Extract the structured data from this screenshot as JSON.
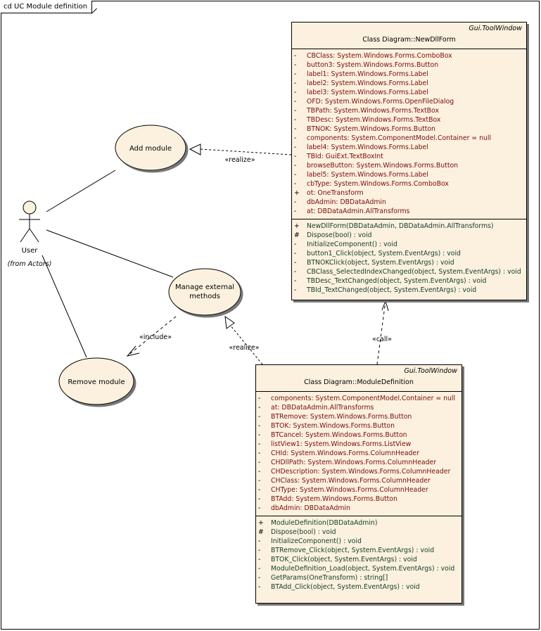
{
  "frame_title": "cd UC Module definition",
  "actor": {
    "name": "User",
    "from": "(from Actors)"
  },
  "use_cases": {
    "add": "Add module",
    "manage_line1": "Manage external",
    "manage_line2": "methods",
    "remove": "Remove module"
  },
  "relations": {
    "realize_top": "«realize»",
    "include": "«include»",
    "realize_bottom": "«realize»",
    "call": "«call»"
  },
  "class_newdll": {
    "stereotype": "Gui.ToolWindow",
    "name": "Class Diagram::NewDllForm",
    "attributes": [
      {
        "vis": "-",
        "text": "CBClass:  System.Windows.Forms.ComboBox"
      },
      {
        "vis": "-",
        "text": "button3:  System.Windows.Forms.Button"
      },
      {
        "vis": "-",
        "text": "label1:  System.Windows.Forms.Label"
      },
      {
        "vis": "-",
        "text": "label2:  System.Windows.Forms.Label"
      },
      {
        "vis": "-",
        "text": "label3:  System.Windows.Forms.Label"
      },
      {
        "vis": "-",
        "text": "OFD:  System.Windows.Forms.OpenFileDialog"
      },
      {
        "vis": "-",
        "text": "TBPath:  System.Windows.Forms.TextBox"
      },
      {
        "vis": "-",
        "text": "TBDesc:  System.Windows.Forms.TextBox"
      },
      {
        "vis": "-",
        "text": "BTNOK:  System.Windows.Forms.Button"
      },
      {
        "vis": "-",
        "text": "components:  System.ComponentModel.Container = null"
      },
      {
        "vis": "-",
        "text": "label4:  System.Windows.Forms.Label"
      },
      {
        "vis": "-",
        "text": "TBId:  GuiExt.TextBoxInt"
      },
      {
        "vis": "-",
        "text": "browseButton:  System.Windows.Forms.Button"
      },
      {
        "vis": "-",
        "text": "label5:  System.Windows.Forms.Label"
      },
      {
        "vis": "-",
        "text": "cbType:  System.Windows.Forms.ComboBox"
      },
      {
        "vis": "+",
        "text": "ot:  OneTransform"
      },
      {
        "vis": "-",
        "text": "dbAdmin:  DBDataAdmin"
      },
      {
        "vis": "-",
        "text": "at:  DBDataAdmin.AllTransforms"
      }
    ],
    "operations": [
      {
        "vis": "+",
        "text": "NewDllForm(DBDataAdmin, DBDataAdmin.AllTransforms)"
      },
      {
        "vis": "#",
        "text": "Dispose(bool) : void"
      },
      {
        "vis": "-",
        "text": "InitializeComponent() : void"
      },
      {
        "vis": "-",
        "text": "button1_Click(object, System.EventArgs) : void"
      },
      {
        "vis": "-",
        "text": "BTNOKClick(object, System.EventArgs) : void"
      },
      {
        "vis": "-",
        "text": "CBClass_SelectedIndexChanged(object, System.EventArgs) : void"
      },
      {
        "vis": "-",
        "text": "TBDesc_TextChanged(object, System.EventArgs) : void"
      },
      {
        "vis": "-",
        "text": "TBId_TextChanged(object, System.EventArgs) : void"
      }
    ]
  },
  "class_moduledef": {
    "stereotype": "Gui.ToolWindow",
    "name": "Class Diagram::ModuleDefinition",
    "attributes": [
      {
        "vis": "-",
        "text": "components:  System.ComponentModel.Container = null"
      },
      {
        "vis": "-",
        "text": "at:  DBDataAdmin.AllTransforms"
      },
      {
        "vis": "-",
        "text": "BTRemove:  System.Windows.Forms.Button"
      },
      {
        "vis": "-",
        "text": "BTOK:  System.Windows.Forms.Button"
      },
      {
        "vis": "-",
        "text": "BTCancel:  System.Windows.Forms.Button"
      },
      {
        "vis": "-",
        "text": "listView1:  System.Windows.Forms.ListView"
      },
      {
        "vis": "-",
        "text": "CHId:  System.Windows.Forms.ColumnHeader"
      },
      {
        "vis": "-",
        "text": "CHDllPath:  System.Windows.Forms.ColumnHeader"
      },
      {
        "vis": "-",
        "text": "CHDescription:  System.Windows.Forms.ColumnHeader"
      },
      {
        "vis": "-",
        "text": "CHClass:  System.Windows.Forms.ColumnHeader"
      },
      {
        "vis": "-",
        "text": "CHType:  System.Windows.Forms.ColumnHeader"
      },
      {
        "vis": "-",
        "text": "BTAdd:  System.Windows.Forms.Button"
      },
      {
        "vis": "-",
        "text": "dbAdmin:  DBDataAdmin"
      }
    ],
    "operations": [
      {
        "vis": "+",
        "text": "ModuleDefinition(DBDataAdmin)"
      },
      {
        "vis": "#",
        "text": "Dispose(bool) : void"
      },
      {
        "vis": "-",
        "text": "InitializeComponent() : void"
      },
      {
        "vis": "-",
        "text": "BTRemove_Click(object, System.EventArgs) : void"
      },
      {
        "vis": "-",
        "text": "BTOK_Click(object, System.EventArgs) : void"
      },
      {
        "vis": "-",
        "text": "ModuleDefinition_Load(object, System.EventArgs) : void"
      },
      {
        "vis": "-",
        "text": "GetParams(OneTransform) : string[]"
      },
      {
        "vis": "-",
        "text": "BTAdd_Click(object, System.EventArgs) : void"
      }
    ]
  }
}
